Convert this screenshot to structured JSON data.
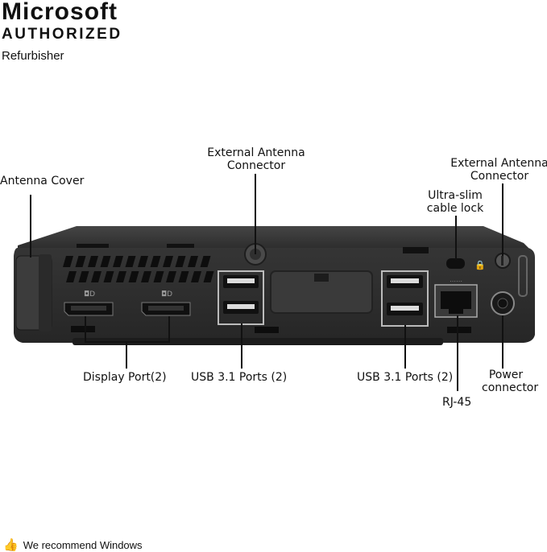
{
  "brand": {
    "line1": "Microsoft",
    "line2": "AUTHORIZED",
    "line3": "Refurbisher"
  },
  "callouts": {
    "antenna_cover": "Antenna Cover",
    "ext_antenna_left_1": "External Antenna",
    "ext_antenna_left_2": "Connector",
    "ext_antenna_right_1": "External Antenna",
    "ext_antenna_right_2": "Connector",
    "cable_lock_1": "Ultra-slim",
    "cable_lock_2": "cable lock",
    "display_port": "Display Port(2)",
    "usb_left": "USB 3.1 Ports (2)",
    "usb_right": "USB 3.1 Ports (2)",
    "power_1": "Power",
    "power_2": "connector",
    "rj45": "RJ-45"
  },
  "footer": {
    "recommend": "We recommend Windows"
  },
  "icons": {
    "thumbs": "thumbs-up-icon",
    "lock": "lock-icon"
  },
  "colors": {
    "chassis_top": "#2d2d2d",
    "chassis_body": "#2a2a2a",
    "port": "#0e0e0e"
  }
}
